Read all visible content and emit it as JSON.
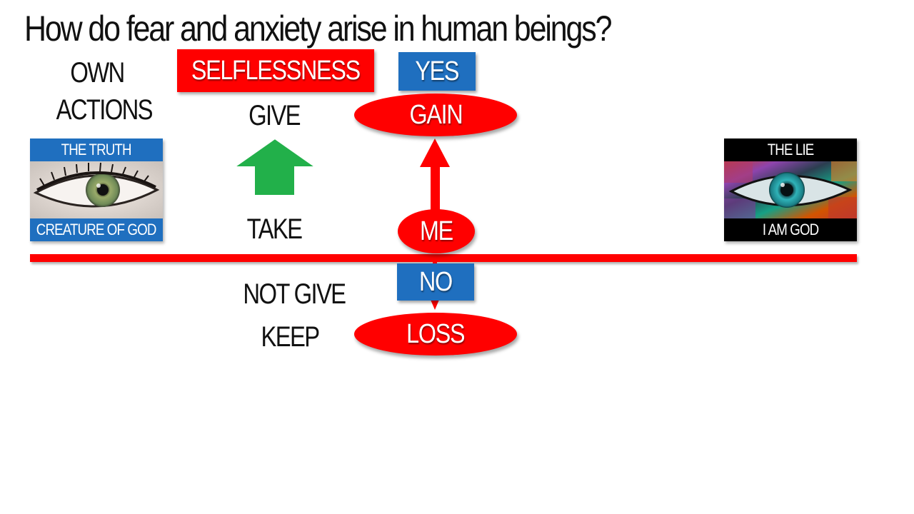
{
  "title": "How do fear and anxiety arise in human beings?",
  "labels": {
    "own_actions": "OWN\nACTIONS",
    "own": "OWN",
    "actions": "ACTIONS",
    "give": "GIVE",
    "take": "TAKE",
    "not_give": "NOT GIVE",
    "keep": "KEEP"
  },
  "boxes": {
    "selflessness": "SELFLESSNESS",
    "yes": "YES",
    "no": "NO"
  },
  "ellipses": {
    "gain": "GAIN",
    "me": "ME",
    "loss": "LOSS"
  },
  "cards": {
    "truth": {
      "top": "THE TRUTH",
      "bottom": "CREATURE OF GOD"
    },
    "lie": {
      "top": "THE LIE",
      "bottom": "I AM GOD"
    }
  },
  "colors": {
    "red": "#ff0000",
    "blue": "#1f6fbf",
    "green": "#22b04a",
    "black": "#000000"
  }
}
